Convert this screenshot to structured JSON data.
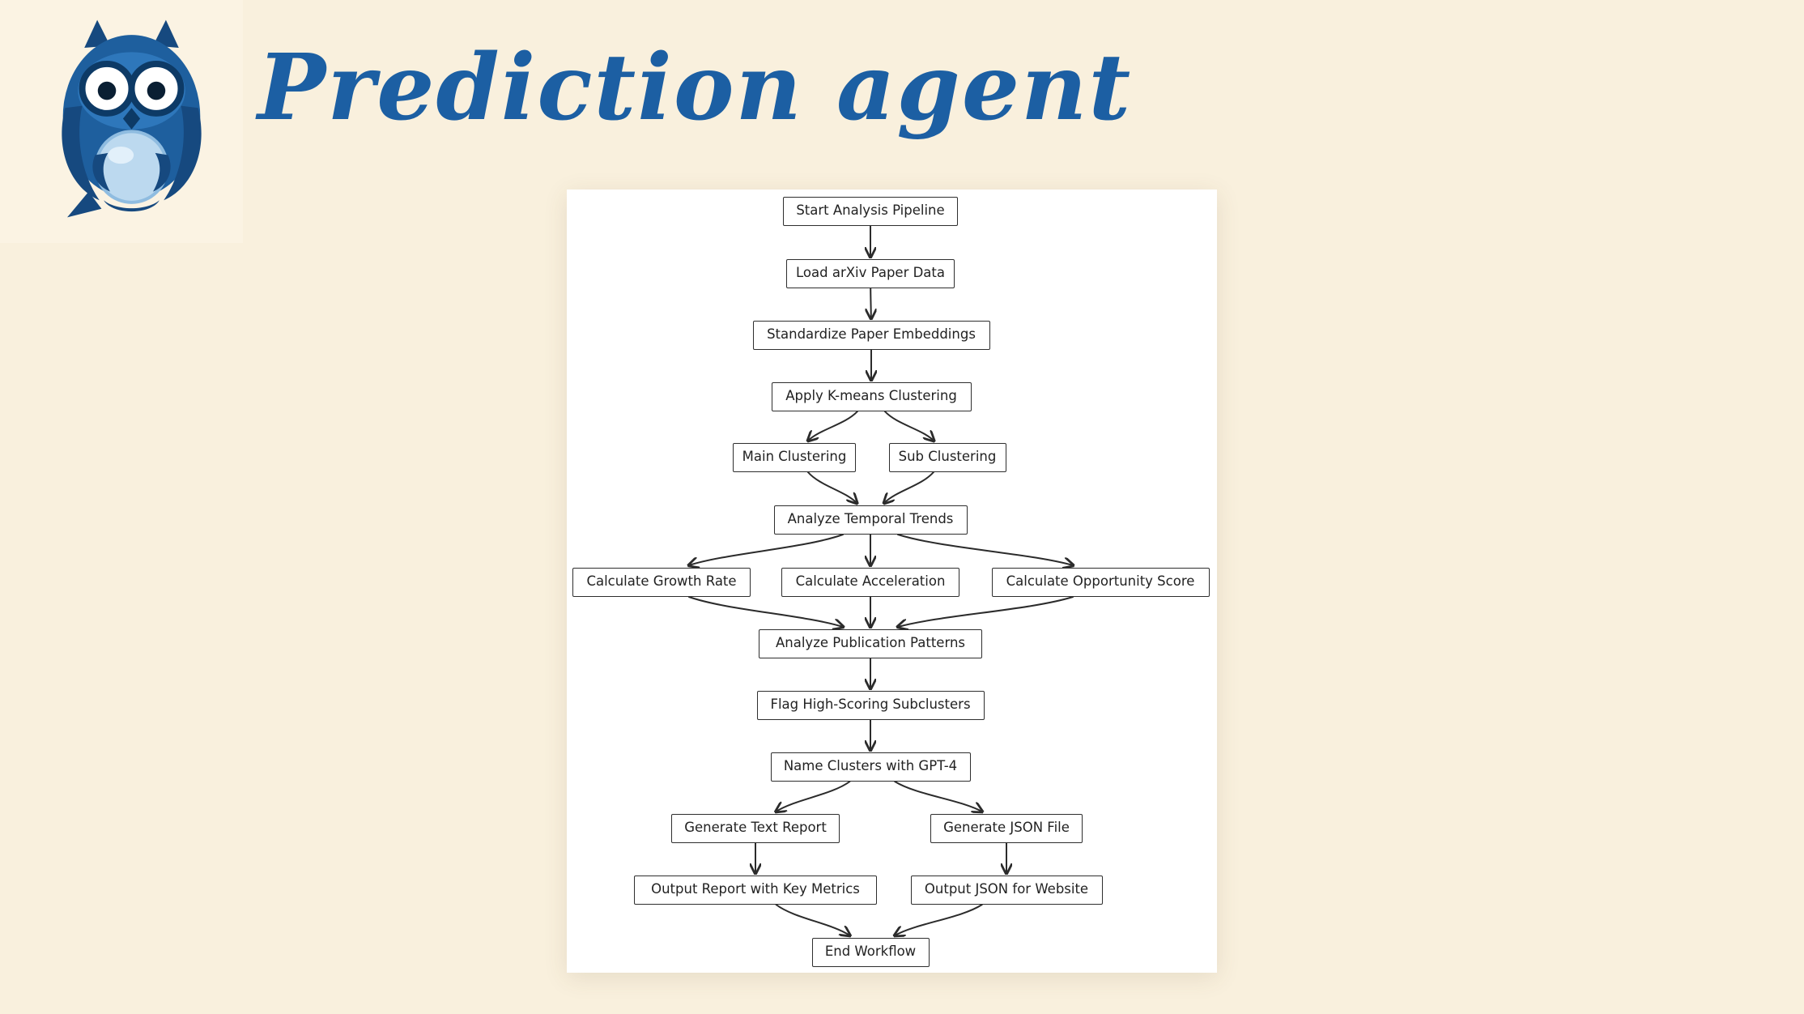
{
  "page": {
    "background_color": "#f9f0dd"
  },
  "header": {
    "title": "Prediction agent",
    "title_color": "#1c5fa3"
  },
  "logo": {
    "name": "owl-with-crystal-ball",
    "body_color": "#1e5f9e",
    "dark_color": "#0d3a66",
    "orb_color": "#bcd9ef"
  },
  "flowchart": {
    "stroke_color": "#2b2b2b",
    "nodes": [
      {
        "id": "start",
        "label": "Start Analysis Pipeline"
      },
      {
        "id": "load",
        "label": "Load arXiv Paper Data"
      },
      {
        "id": "standardize",
        "label": "Standardize Paper Embeddings"
      },
      {
        "id": "kmeans",
        "label": "Apply K-means Clustering"
      },
      {
        "id": "main_clustering",
        "label": "Main Clustering"
      },
      {
        "id": "sub_clustering",
        "label": "Sub Clustering"
      },
      {
        "id": "temporal",
        "label": "Analyze Temporal Trends"
      },
      {
        "id": "growth",
        "label": "Calculate Growth Rate"
      },
      {
        "id": "acceleration",
        "label": "Calculate Acceleration"
      },
      {
        "id": "opportunity",
        "label": "Calculate Opportunity Score"
      },
      {
        "id": "patterns",
        "label": "Analyze Publication Patterns"
      },
      {
        "id": "flag",
        "label": "Flag High-Scoring Subclusters"
      },
      {
        "id": "name_clusters",
        "label": "Name Clusters with GPT-4"
      },
      {
        "id": "text_report",
        "label": "Generate Text Report"
      },
      {
        "id": "json_file",
        "label": "Generate JSON File"
      },
      {
        "id": "report_metrics",
        "label": "Output Report with Key Metrics"
      },
      {
        "id": "json_website",
        "label": "Output JSON for Website"
      },
      {
        "id": "end",
        "label": "End Workflow"
      }
    ],
    "edges": [
      {
        "from": "start",
        "to": "load"
      },
      {
        "from": "load",
        "to": "standardize"
      },
      {
        "from": "standardize",
        "to": "kmeans"
      },
      {
        "from": "kmeans",
        "to": "main_clustering"
      },
      {
        "from": "kmeans",
        "to": "sub_clustering"
      },
      {
        "from": "main_clustering",
        "to": "temporal"
      },
      {
        "from": "sub_clustering",
        "to": "temporal"
      },
      {
        "from": "temporal",
        "to": "growth"
      },
      {
        "from": "temporal",
        "to": "acceleration"
      },
      {
        "from": "temporal",
        "to": "opportunity"
      },
      {
        "from": "growth",
        "to": "patterns"
      },
      {
        "from": "acceleration",
        "to": "patterns"
      },
      {
        "from": "opportunity",
        "to": "patterns"
      },
      {
        "from": "patterns",
        "to": "flag"
      },
      {
        "from": "flag",
        "to": "name_clusters"
      },
      {
        "from": "name_clusters",
        "to": "text_report"
      },
      {
        "from": "name_clusters",
        "to": "json_file"
      },
      {
        "from": "text_report",
        "to": "report_metrics"
      },
      {
        "from": "json_file",
        "to": "json_website"
      },
      {
        "from": "report_metrics",
        "to": "end"
      },
      {
        "from": "json_website",
        "to": "end"
      }
    ]
  }
}
